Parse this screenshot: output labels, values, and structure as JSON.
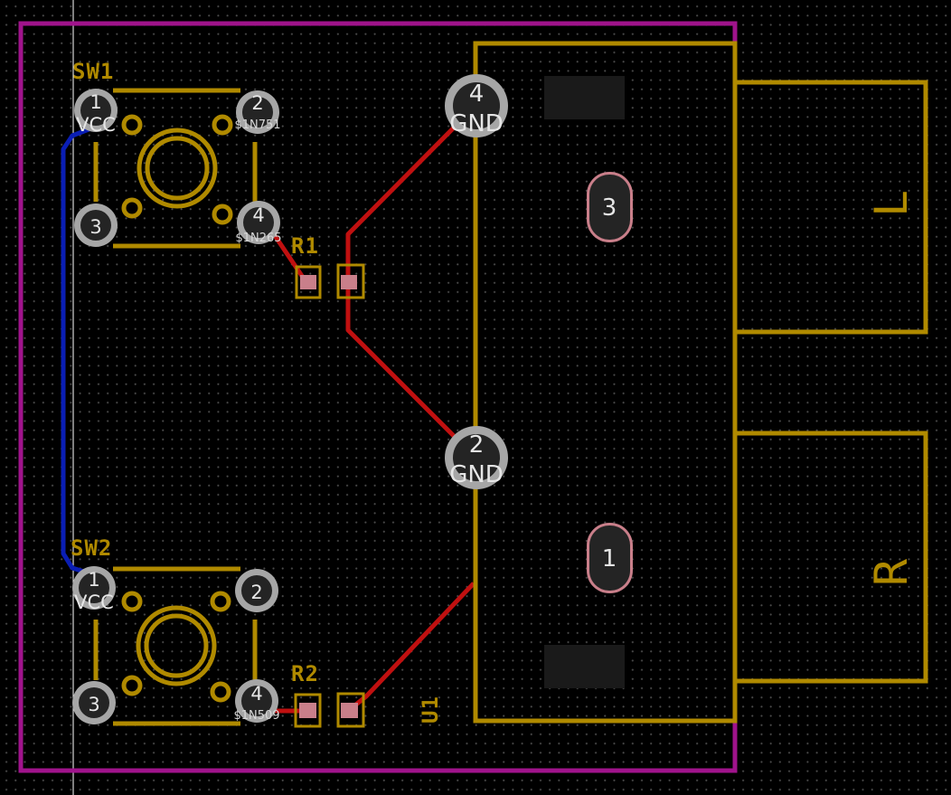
{
  "colors": {
    "background": "#000000",
    "edge_cuts": "#a0138c",
    "silkscreen": "#b08a00",
    "front_copper": "#c01010",
    "back_copper": "#0a1eb4",
    "pad_copper": "#a6a6a6",
    "smd_pad": "#c97f8a",
    "cursor_line": "#ffffff"
  },
  "components": {
    "sw1": {
      "reference": "SW1",
      "pins": [
        {
          "number": "1",
          "net": "VCC"
        },
        {
          "number": "2",
          "net": "$1N751"
        },
        {
          "number": "3",
          "net": ""
        },
        {
          "number": "4",
          "net": "$1N265"
        }
      ]
    },
    "sw2": {
      "reference": "SW2",
      "pins": [
        {
          "number": "1",
          "net": "VCC"
        },
        {
          "number": "2",
          "net": ""
        },
        {
          "number": "3",
          "net": ""
        },
        {
          "number": "4",
          "net": "$1N509"
        }
      ]
    },
    "r1": {
      "reference": "R1"
    },
    "r2": {
      "reference": "R2"
    },
    "u1": {
      "reference": "U1",
      "pins": [
        {
          "number": "4",
          "net": "GND"
        },
        {
          "number": "2",
          "net": "GND"
        },
        {
          "number": "3",
          "net": ""
        },
        {
          "number": "1",
          "net": ""
        }
      ],
      "label_left_channel": "L",
      "label_right_channel": "R"
    }
  }
}
